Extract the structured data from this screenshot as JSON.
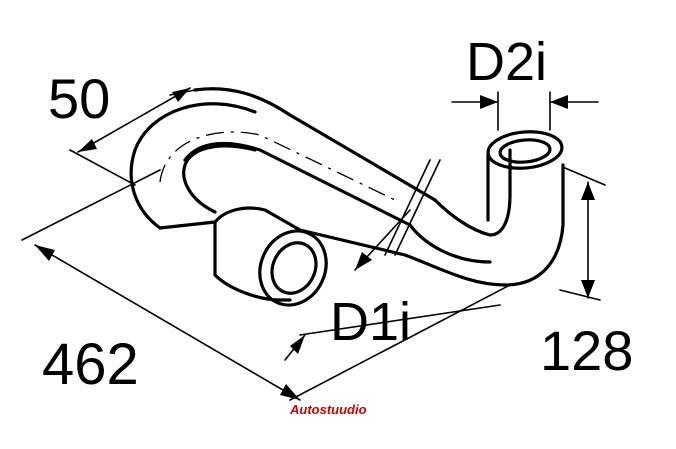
{
  "dimensions": {
    "width_label": "50",
    "length_label": "462",
    "height_label": "128",
    "inlet_label": "D1i",
    "outlet_label": "D2i"
  },
  "watermark": {
    "text": "Autostuudio",
    "color": "#cc0000"
  },
  "colors": {
    "line": "#000000",
    "background": "#ffffff"
  }
}
